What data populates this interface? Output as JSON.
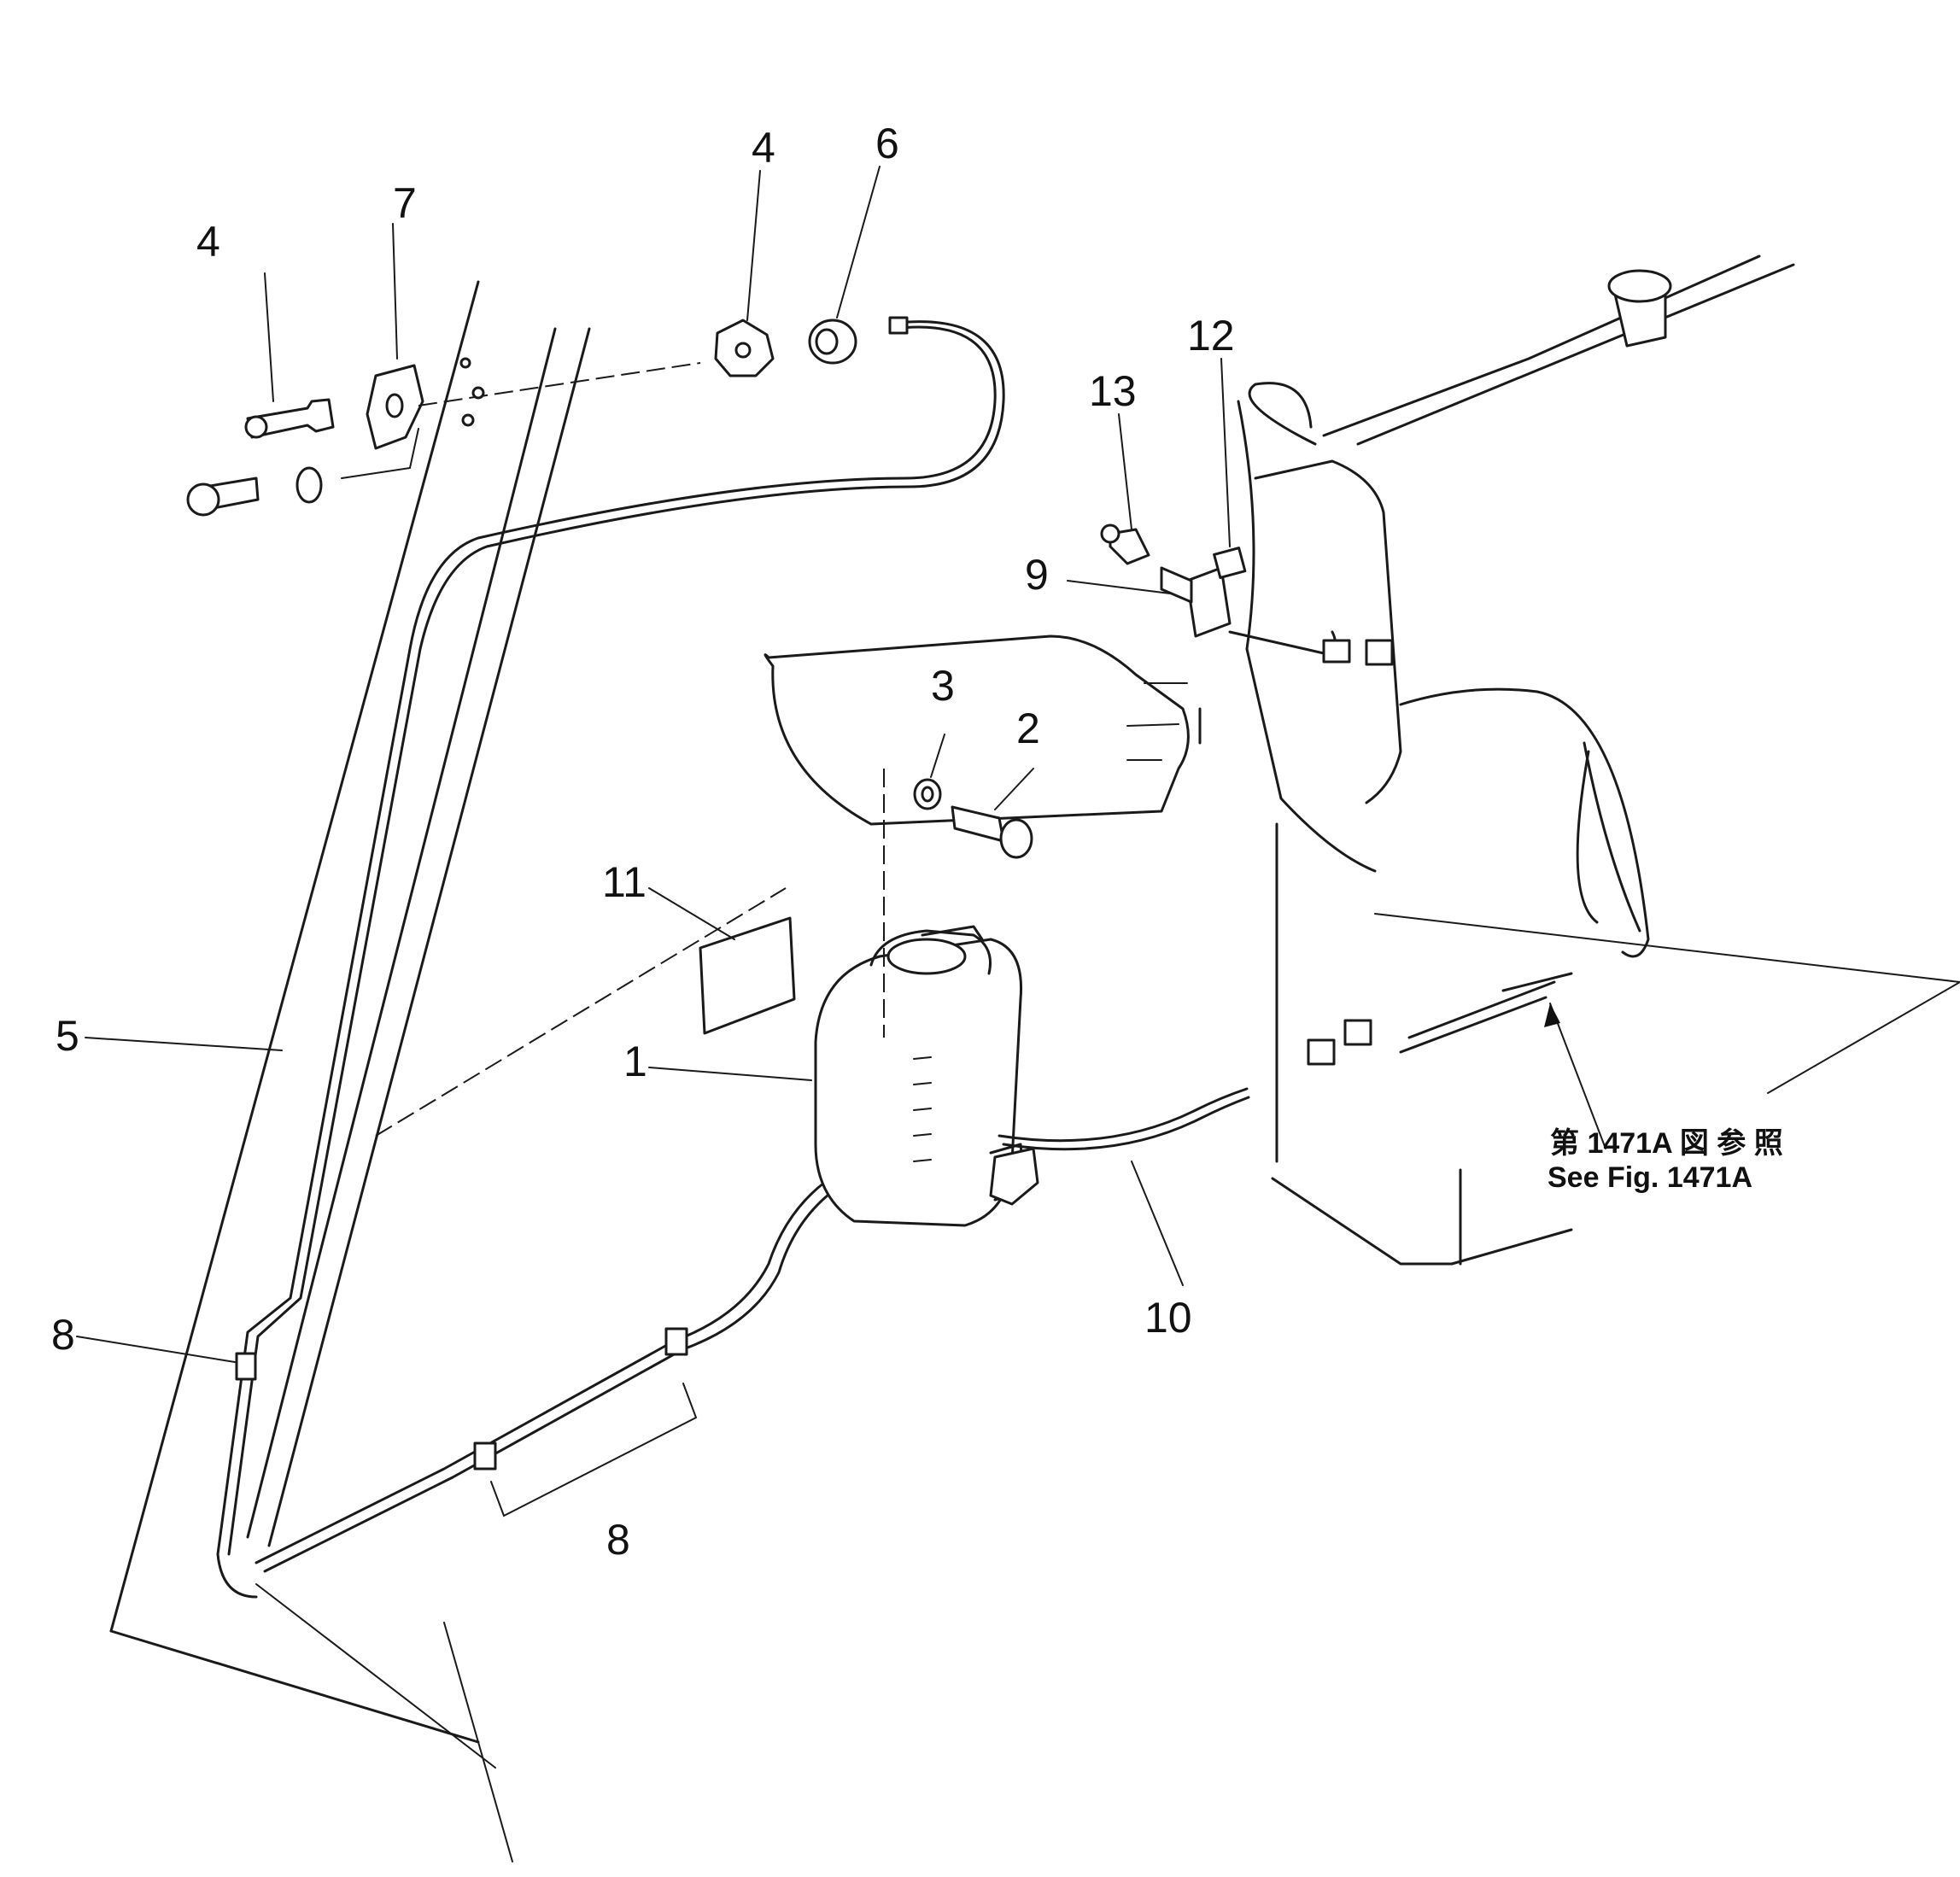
{
  "callouts": {
    "c1": "1",
    "c2": "2",
    "c3": "3",
    "c4a": "4",
    "c4b": "4",
    "c5": "5",
    "c6": "6",
    "c7": "7",
    "c8a": "8",
    "c8b": "8",
    "c9": "9",
    "c10": "10",
    "c11": "11",
    "c12": "12",
    "c13": "13"
  },
  "reference": {
    "jp": "第 1471A 図 参 照",
    "en": "See Fig. 1471A"
  }
}
